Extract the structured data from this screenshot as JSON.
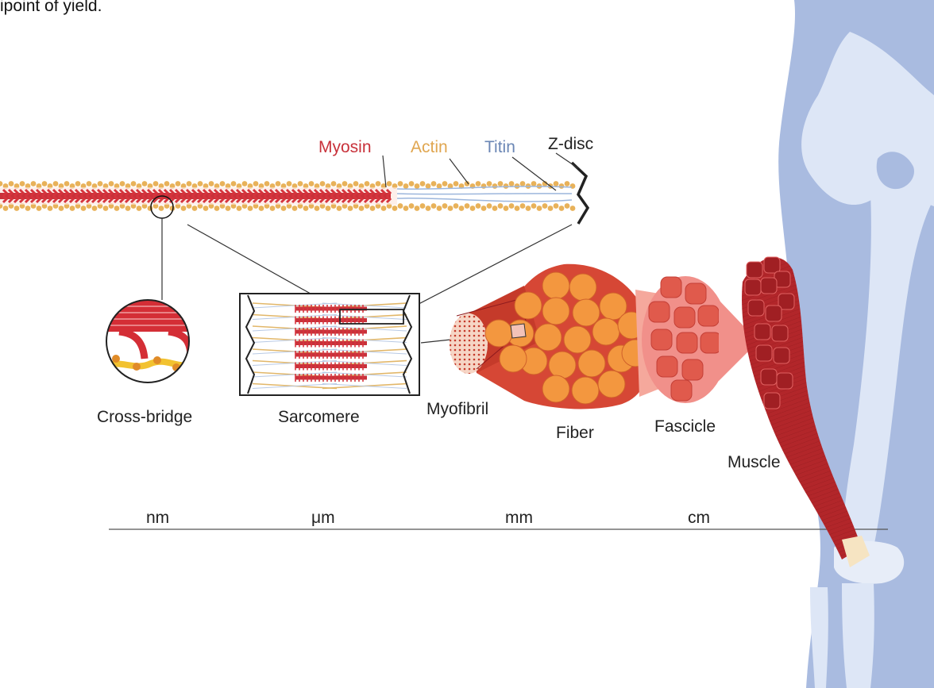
{
  "top_text": "ipoint of yield.",
  "filament_labels": {
    "myosin": "Myosin",
    "actin": "Actin",
    "titin": "Titin",
    "z_disc": "Z-disc"
  },
  "structure_labels": {
    "cross_bridge": "Cross-bridge",
    "sarcomere": "Sarcomere",
    "myofibril": "Myofibril",
    "fiber": "Fiber",
    "fascicle": "Fascicle",
    "muscle": "Muscle"
  },
  "scale_labels": [
    "nm",
    "μm",
    "mm",
    "cm"
  ],
  "colors": {
    "myosin": "#c8313a",
    "actin": "#e0a650",
    "titin": "#6b87b5",
    "z_disc": "#222222",
    "bone_bg": "#a9bbe0",
    "bone": "#dde6f6",
    "fiber_orange": "#f3973f",
    "fiber_red": "#d64735",
    "fascicle_pink": "#f1908a",
    "muscle_red": "#b2262a"
  }
}
